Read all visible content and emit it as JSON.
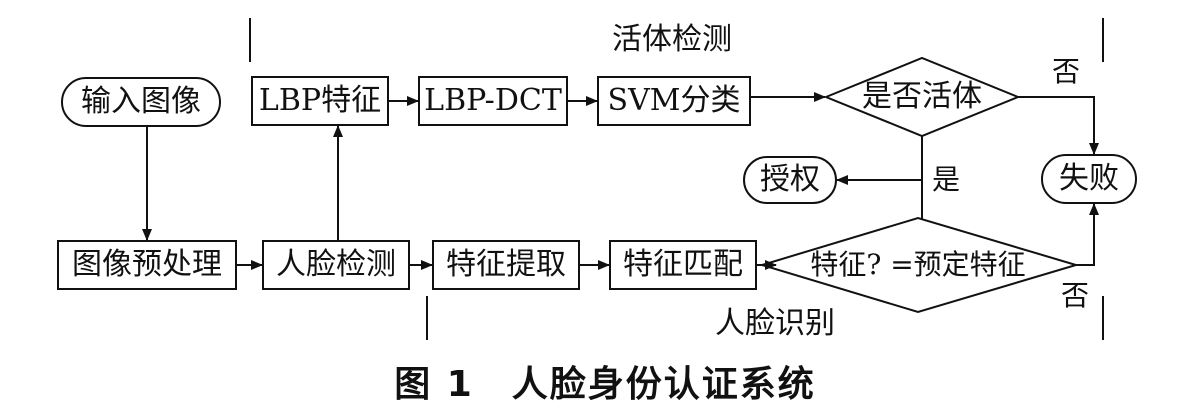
{
  "sections": {
    "liveness": "活体检测",
    "recognition": "人脸识别"
  },
  "nodes": {
    "input": "输入图像",
    "preprocess": "图像预处理",
    "face_detect": "人脸检测",
    "lbp_feature": "LBP特征",
    "lbp_dct": "LBP-DCT",
    "svm": "SVM分类",
    "is_live": "是否活体",
    "authorize": "授权",
    "fail": "失败",
    "feature_extract": "特征提取",
    "feature_match": "特征匹配",
    "match_decision": "特征? =预定特征"
  },
  "edge_labels": {
    "live_no": "否",
    "live_yes": "是",
    "match_no": "否"
  },
  "caption": "图 1　人脸身份认证系统"
}
